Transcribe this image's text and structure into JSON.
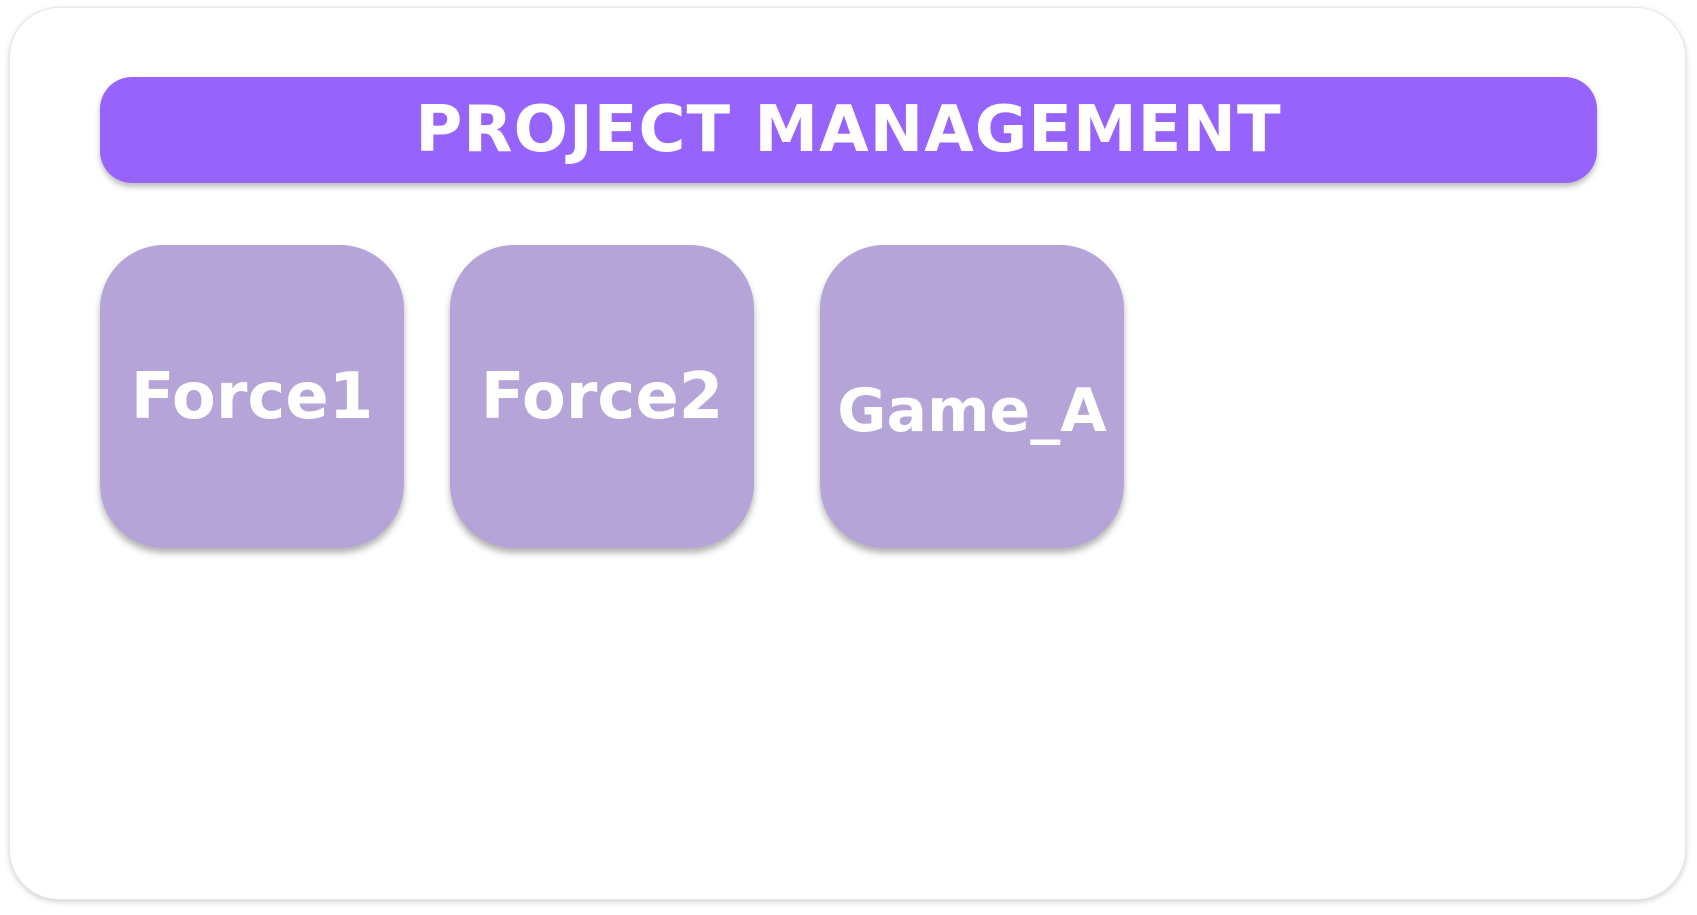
{
  "header": {
    "title": "PROJECT MANAGEMENT"
  },
  "projects": [
    {
      "label": "Force1"
    },
    {
      "label": "Force2"
    },
    {
      "label": "Game_A"
    }
  ],
  "colors": {
    "header_background": "#9664fc",
    "tile_background": "#b5a4d7",
    "text": "#ffffff",
    "page_background": "#ffffff"
  }
}
